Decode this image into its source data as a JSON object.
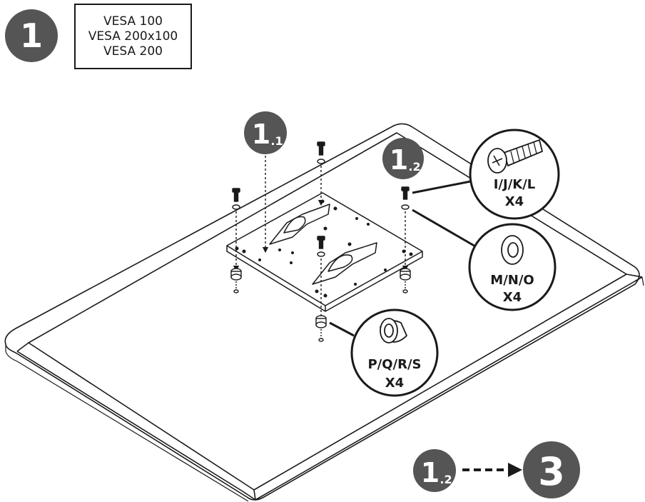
{
  "step": {
    "number": "1",
    "vesa_options": [
      "VESA 100",
      "VESA 200x100",
      "VESA 200"
    ]
  },
  "substeps": {
    "a": {
      "main": "1",
      "sub": ".1"
    },
    "b": {
      "main": "1",
      "sub": ".2"
    }
  },
  "callouts": {
    "screw": {
      "parts": "I/J/K/L",
      "qty": "X4"
    },
    "washer": {
      "parts": "M/N/O",
      "qty": "X4"
    },
    "spacer": {
      "parts": "P/Q/R/S",
      "qty": "X4"
    }
  },
  "flow": {
    "from_main": "1",
    "from_sub": ".2",
    "to": "3"
  },
  "colors": {
    "badge": "#555555",
    "line": "#1a1a1a",
    "background": "#ffffff"
  }
}
